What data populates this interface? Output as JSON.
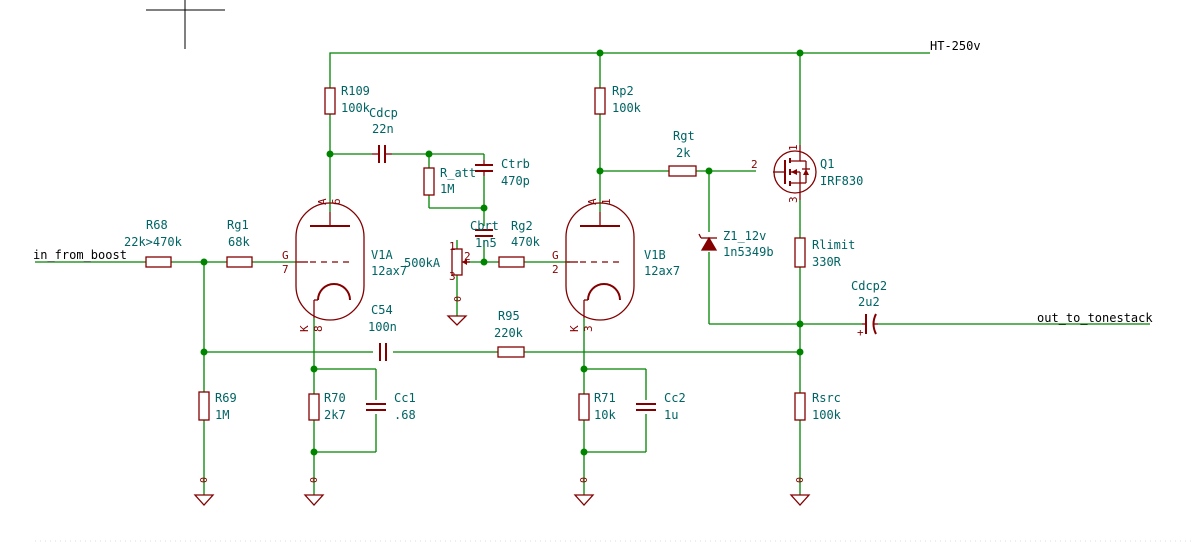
{
  "nets": {
    "ht": "HT-250v",
    "input": "in_from_boost",
    "output": "out_to_tonestack"
  },
  "components": {
    "r109": {
      "ref": "R109",
      "value": "100k"
    },
    "cdcp": {
      "ref": "Cdcp",
      "value": "22n"
    },
    "ctrb": {
      "ref": "Ctrb",
      "value": "470p"
    },
    "r_att": {
      "ref": "R_att",
      "value": "1M"
    },
    "cbrt": {
      "ref": "Cbrt",
      "value": "1n5"
    },
    "pot": {
      "value": "500kA"
    },
    "r68": {
      "ref": "R68",
      "value": "22k>470k"
    },
    "rg1": {
      "ref": "Rg1",
      "value": "68k"
    },
    "rg2": {
      "ref": "Rg2",
      "value": "470k"
    },
    "v1a": {
      "ref": "V1A",
      "value": "12ax7"
    },
    "v1b": {
      "ref": "V1B",
      "value": "12ax7"
    },
    "rp2": {
      "ref": "Rp2",
      "value": "100k"
    },
    "rgt": {
      "ref": "Rgt",
      "value": "2k"
    },
    "q1": {
      "ref": "Q1",
      "value": "IRF830"
    },
    "z1": {
      "ref": "Z1_12v",
      "value": "1n5349b"
    },
    "rlimit": {
      "ref": "Rlimit",
      "value": "330R"
    },
    "cdcp2": {
      "ref": "Cdcp2",
      "value": "2u2"
    },
    "c54": {
      "ref": "C54",
      "value": "100n"
    },
    "r95": {
      "ref": "R95",
      "value": "220k"
    },
    "r69": {
      "ref": "R69",
      "value": "1M"
    },
    "r70": {
      "ref": "R70",
      "value": "2k7"
    },
    "cc1": {
      "ref": "Cc1",
      "value": ".68"
    },
    "r71": {
      "ref": "R71",
      "value": "10k"
    },
    "cc2": {
      "ref": "Cc2",
      "value": "1u"
    },
    "rsrc": {
      "ref": "Rsrc",
      "value": "100k"
    }
  },
  "pins": {
    "anode": "A",
    "grid": "G",
    "cathode": "K",
    "v1a_anode": "6",
    "v1a_grid": "7",
    "v1a_cathode": "8",
    "v1b_anode": "1",
    "v1b_grid": "2",
    "v1b_cathode": "3",
    "q1_gate": "2",
    "q1_drain": "1",
    "q1_source": "3",
    "pot_1": "1",
    "pot_2": "2",
    "pot_3": "3",
    "gnd": "0"
  },
  "colors": {
    "wire": "#008400",
    "part": "#840000",
    "label": "#006464"
  }
}
